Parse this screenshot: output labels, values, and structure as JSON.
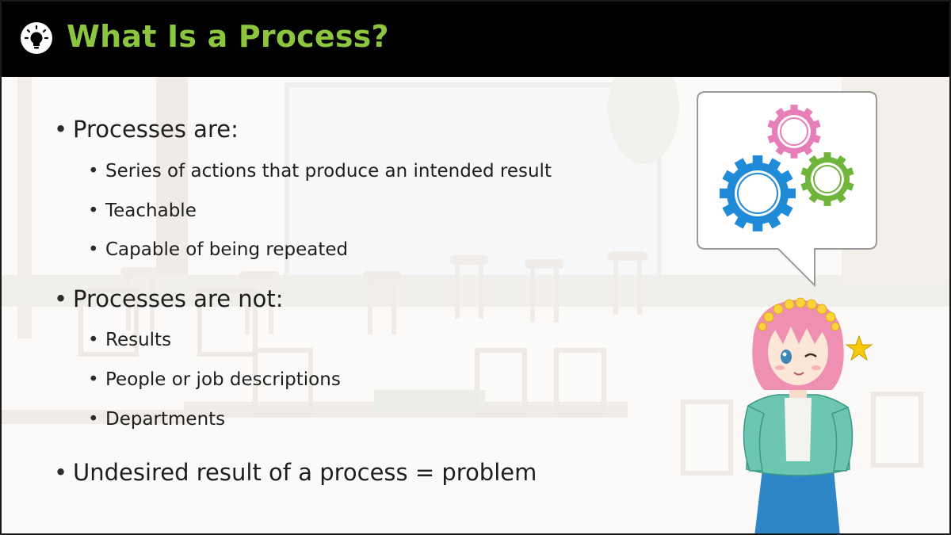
{
  "slide": {
    "title": "What Is a Process?",
    "title_color": "#8cc63f",
    "header_icon": "lightbulb-icon",
    "bullets": [
      {
        "level": 1,
        "text": "Processes are:"
      },
      {
        "level": 2,
        "text": "Series of actions that produce an intended result"
      },
      {
        "level": 2,
        "text": "Teachable"
      },
      {
        "level": 2,
        "text": "Capable of being repeated"
      },
      {
        "level": 1,
        "text": "Processes are not:"
      },
      {
        "level": 2,
        "text": "Results"
      },
      {
        "level": 2,
        "text": "People or job descriptions"
      },
      {
        "level": 2,
        "text": "Departments"
      },
      {
        "level": 1,
        "text": "Undesired result of a process = problem"
      }
    ],
    "bullet_char": "•",
    "gear_colors": {
      "pink": "#e87eb8",
      "blue": "#1f8ad8",
      "green": "#6fb53c"
    },
    "star_color": "#f6c90e"
  }
}
